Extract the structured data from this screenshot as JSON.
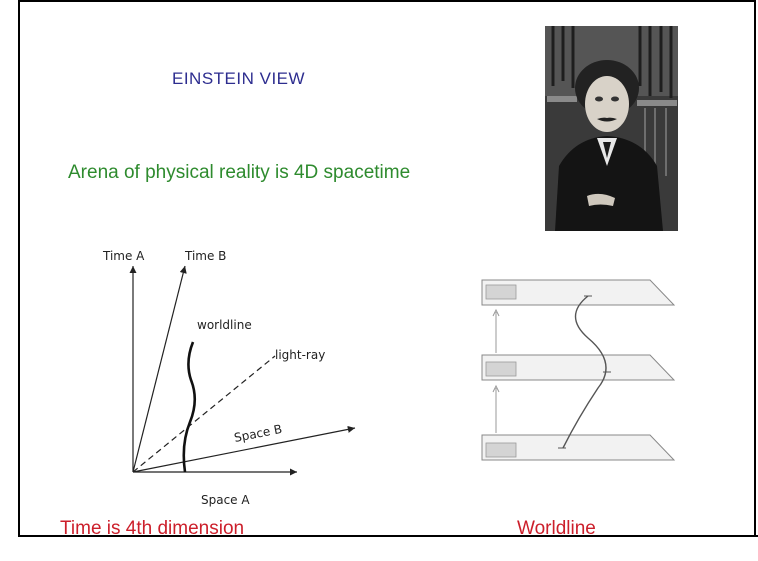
{
  "slide": {
    "title": "EINSTEIN  VIEW",
    "subtitle": "Arena  of physical reality  is 4D  spacetime",
    "caption_left": "Time  is 4th  dimension",
    "caption_right": "Worldline"
  },
  "spacetime_diagram": {
    "time_a": "Time A",
    "time_b": "Time B",
    "worldline": "worldline",
    "light_ray": "light-ray",
    "space_b": "Space B",
    "space_a": "Space A"
  },
  "colors": {
    "title": "#2d2d8f",
    "subtitle": "#2e8b2e",
    "caption": "#cc1f2b"
  }
}
